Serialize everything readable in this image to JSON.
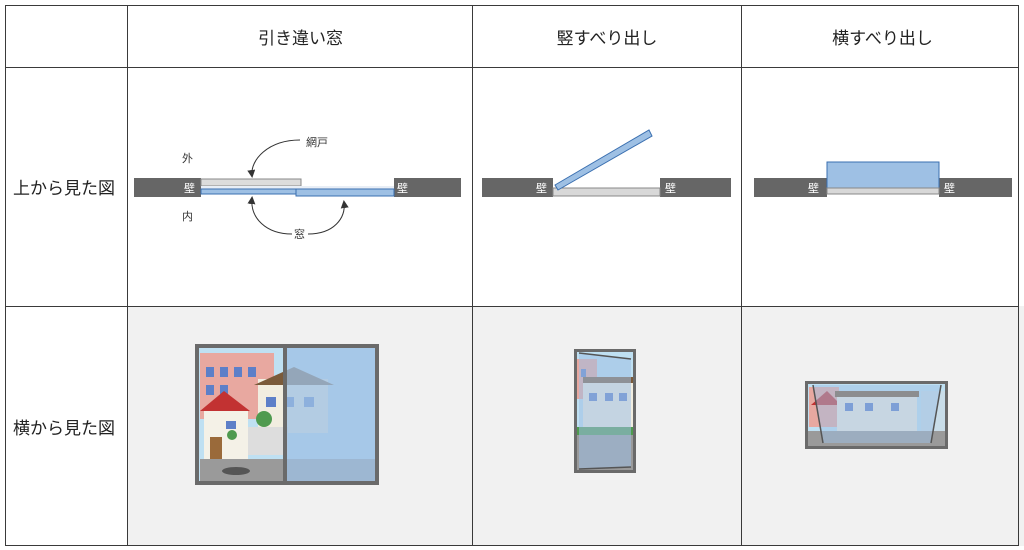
{
  "headers": [
    "引き違い窓",
    "竪すべり出し",
    "横すべり出し"
  ],
  "row_labels": [
    "上から見た図",
    "横から見た図"
  ],
  "diagram_labels": {
    "wall": "壁",
    "outside": "外",
    "inside": "内",
    "screen": "網戸",
    "window": "窓"
  },
  "colors": {
    "wall": "#666666",
    "glass": "#9ec0e4",
    "frame_light": "#d8d8d8",
    "photo_bg": "#f1f1f1",
    "grid_line": "#3a3a3a"
  }
}
